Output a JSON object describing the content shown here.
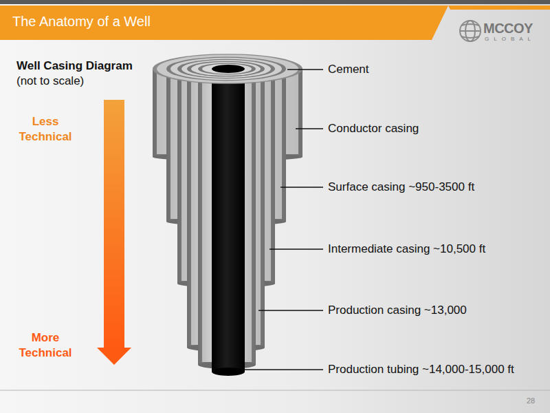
{
  "diagram": {
    "title": "The Anatomy of a Well",
    "labels": [
      "Well Casing Diagram",
      "(not to scale)",
      "Less Technical",
      "More Technical",
      "Cement",
      "Conductor casing",
      "Surface casing ~950-3500 ft",
      "Intermediate casing ~10,500 ft",
      "Production casing ~13,000",
      "Production tubing ~14,000-15,000 ft",
      "MCCOY",
      "GLOBAL",
      "28"
    ]
  }
}
